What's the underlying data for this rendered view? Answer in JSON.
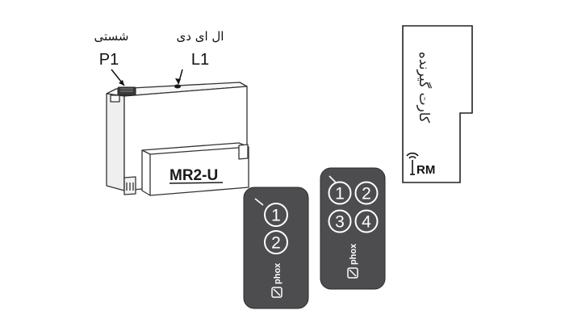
{
  "receiver": {
    "model": "MR2-U",
    "button": {
      "label_fa": "شستی",
      "code": "P1"
    },
    "led": {
      "label_fa": "ال ای دی",
      "code": "L1"
    }
  },
  "card": {
    "label_fa": "کارت گیرنده",
    "logo_text": "RM"
  },
  "remotes": [
    {
      "brand": "phox",
      "buttons": [
        "1",
        "2"
      ]
    },
    {
      "brand": "phox",
      "buttons": [
        "1",
        "2",
        "3",
        "4"
      ]
    }
  ],
  "colors": {
    "remote_body": "#4d4d4f",
    "outline": "#333333",
    "module_fill": "#ffffff"
  }
}
